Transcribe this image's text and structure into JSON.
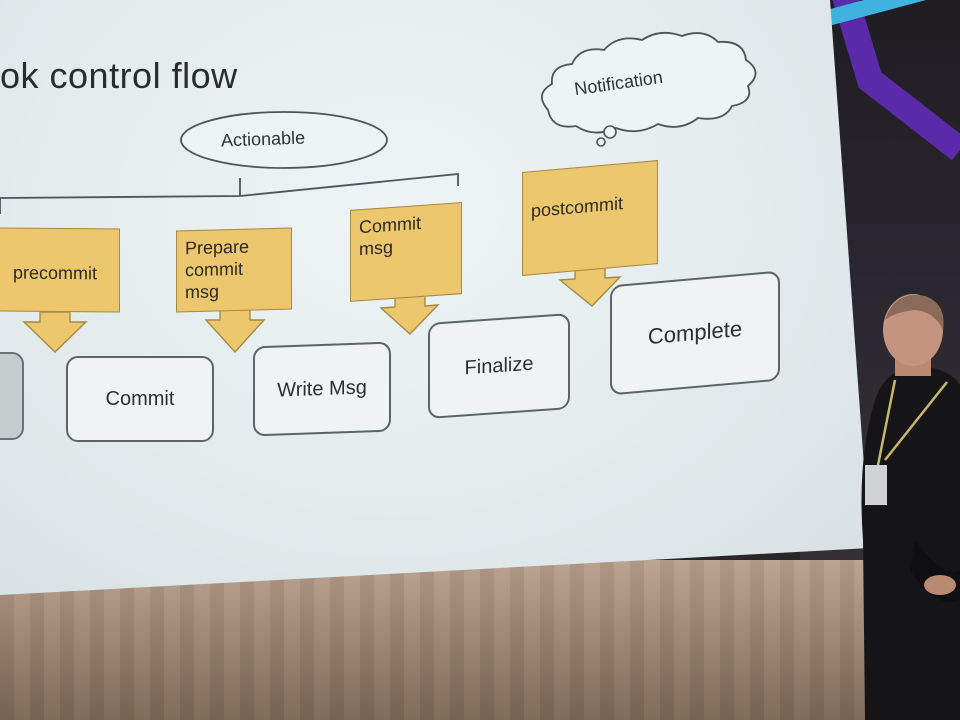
{
  "slide": {
    "title": "ok control flow"
  },
  "bubbles": {
    "actionable": "Actionable",
    "notification": "Notification"
  },
  "hooks": [
    {
      "id": "precommit",
      "lines": [
        "precommit"
      ]
    },
    {
      "id": "prepare-commit-msg",
      "lines": [
        "Prepare",
        "commit",
        "msg"
      ]
    },
    {
      "id": "commit-msg",
      "lines": [
        "Commit",
        "msg"
      ]
    },
    {
      "id": "postcommit",
      "lines": [
        "postcommit"
      ]
    }
  ],
  "stages": [
    {
      "id": "partial",
      "label": ""
    },
    {
      "id": "commit",
      "label": "Commit"
    },
    {
      "id": "write-msg",
      "label": "Write Msg"
    },
    {
      "id": "finalize",
      "label": "Finalize"
    },
    {
      "id": "complete",
      "label": "Complete"
    }
  ],
  "colors": {
    "hook_fill": "#ecc76d",
    "screen": "#e7eef0",
    "accent_purple": "#5b2aa8",
    "accent_cyan": "#3fb3e0"
  }
}
